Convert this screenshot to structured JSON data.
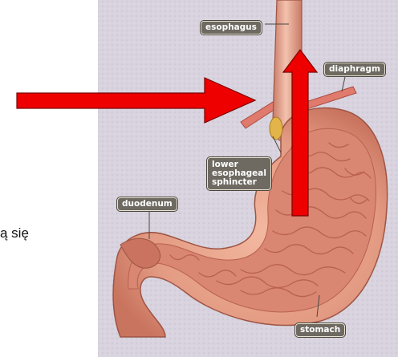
{
  "side_text": "ą się",
  "labels": {
    "esophagus": "esophagus",
    "diaphragm": "diaphragm",
    "les": "lower\nesophageal\nsphincter",
    "duodenum": "duodenum",
    "stomach": "stomach"
  },
  "colors": {
    "arrow": "#ee0000",
    "arrow_outline": "#7a0000",
    "panel": "#d8d3de",
    "stomach_outer": "#e9a58b",
    "stomach_inner": "#d98672",
    "folds": "#b8614f",
    "sphincter": "#e3b44a",
    "diaphragm": "#e07a6c",
    "label_bg": "#6e6a62"
  },
  "icons": [
    "right-arrow",
    "up-arrow"
  ]
}
